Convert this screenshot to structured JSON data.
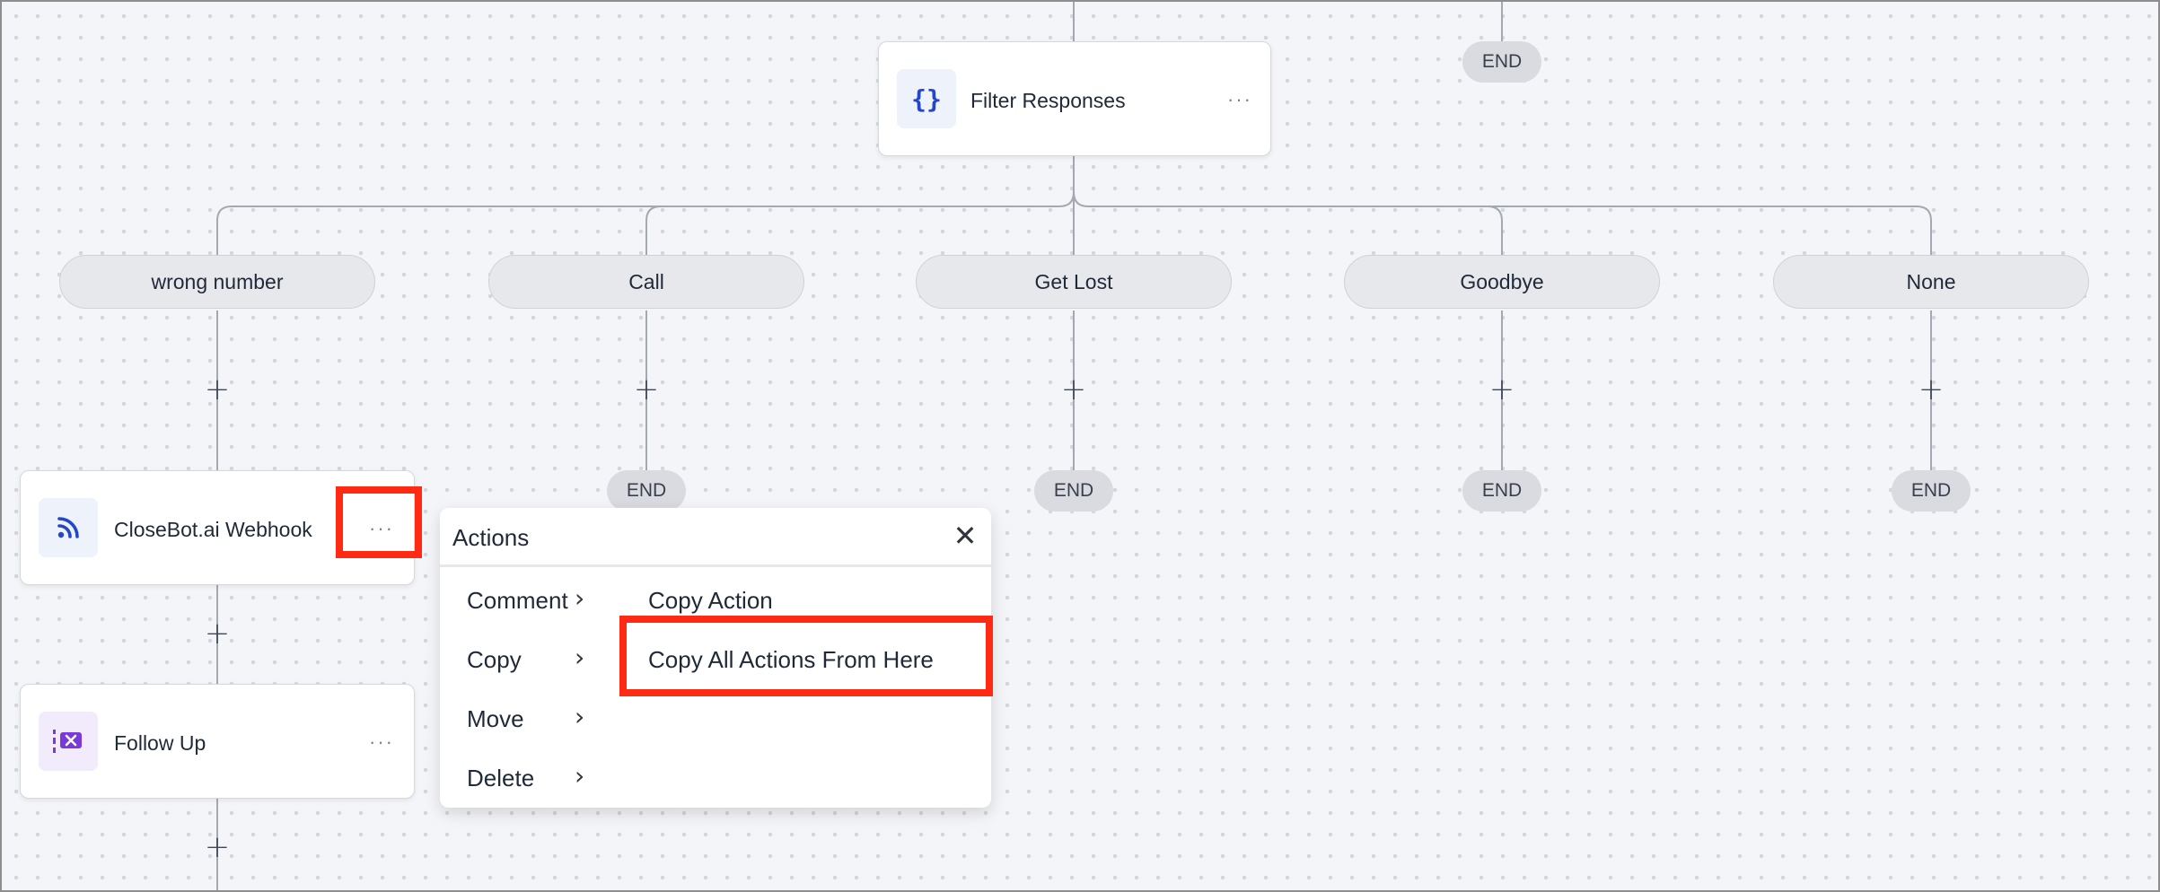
{
  "top_end": "END",
  "filter_node": {
    "title": "Filter Responses",
    "icon": "curly-braces-icon",
    "menu_glyph": "···"
  },
  "branches": [
    {
      "label": "wrong number"
    },
    {
      "label": "Call",
      "end": "END"
    },
    {
      "label": "Get Lost",
      "end": "END"
    },
    {
      "label": "Goodbye",
      "end": "END"
    },
    {
      "label": "None",
      "end": "END"
    }
  ],
  "plus_glyph": "+",
  "webhook_node": {
    "title": "CloseBot.ai Webhook",
    "icon": "rss-feed-icon",
    "menu_glyph": "···"
  },
  "followup_node": {
    "title": "Follow Up",
    "icon": "follow-up-icon",
    "menu_glyph": "···"
  },
  "actions_menu": {
    "title": "Actions",
    "close_glyph": "✕",
    "chevron_glyph": "›",
    "items": [
      "Comment",
      "Copy",
      "Move",
      "Delete"
    ],
    "copy_submenu": [
      "Copy Action",
      "Copy All Actions From Here"
    ]
  },
  "colors": {
    "highlight": "#ff2a13",
    "icon_blue": "#2546c7",
    "icon_purple": "#7a3ad9"
  }
}
